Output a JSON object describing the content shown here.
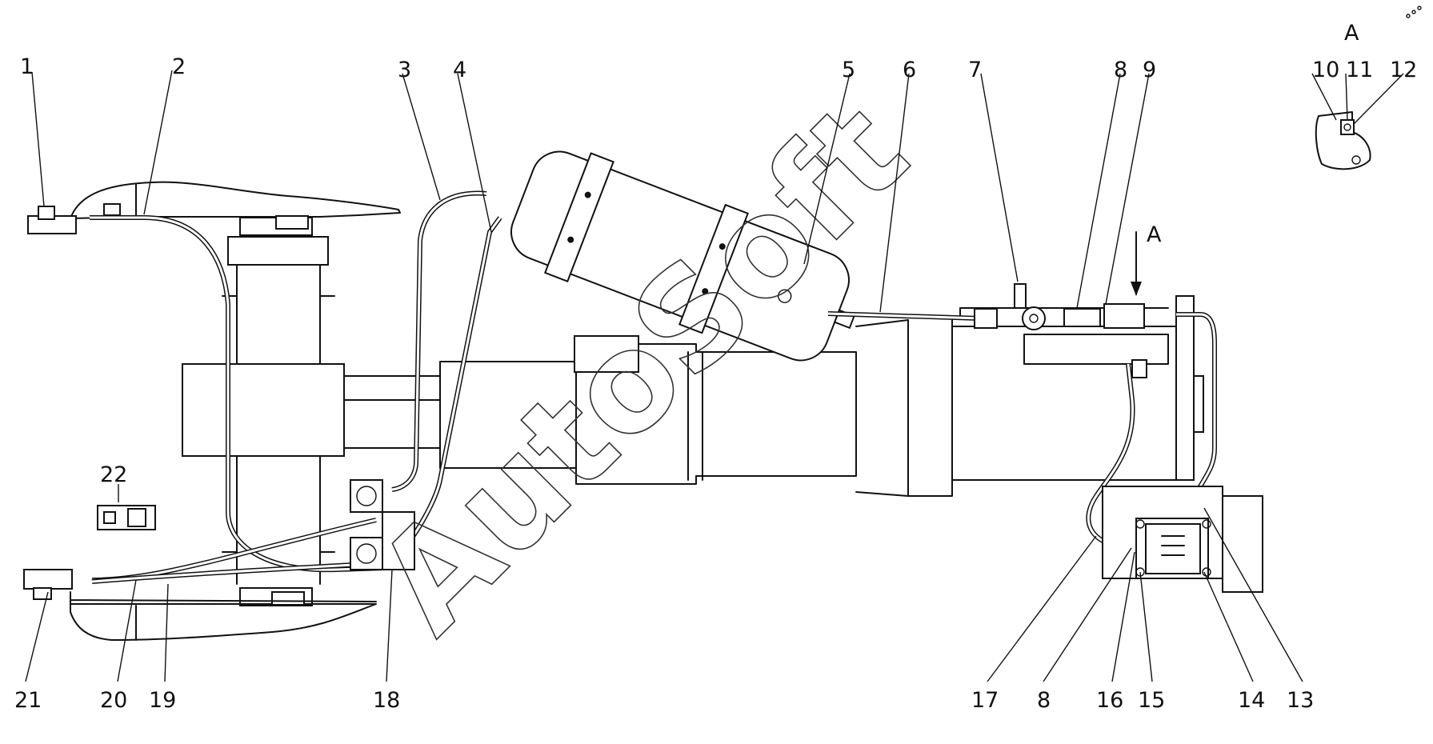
{
  "watermark": "AutoSoft",
  "view_label": "A",
  "view_arrow_label": "A",
  "callouts": [
    {
      "text": "1"
    },
    {
      "text": "2"
    },
    {
      "text": "3"
    },
    {
      "text": "4"
    },
    {
      "text": "5"
    },
    {
      "text": "6"
    },
    {
      "text": "7"
    },
    {
      "text": "8"
    },
    {
      "text": "9"
    },
    {
      "text": "10"
    },
    {
      "text": "11"
    },
    {
      "text": "12"
    },
    {
      "text": "13"
    },
    {
      "text": "14"
    },
    {
      "text": "15"
    },
    {
      "text": "16"
    },
    {
      "text": "8"
    },
    {
      "text": "17"
    },
    {
      "text": "18"
    },
    {
      "text": "19"
    },
    {
      "text": "20"
    },
    {
      "text": "21"
    },
    {
      "text": "22"
    }
  ]
}
